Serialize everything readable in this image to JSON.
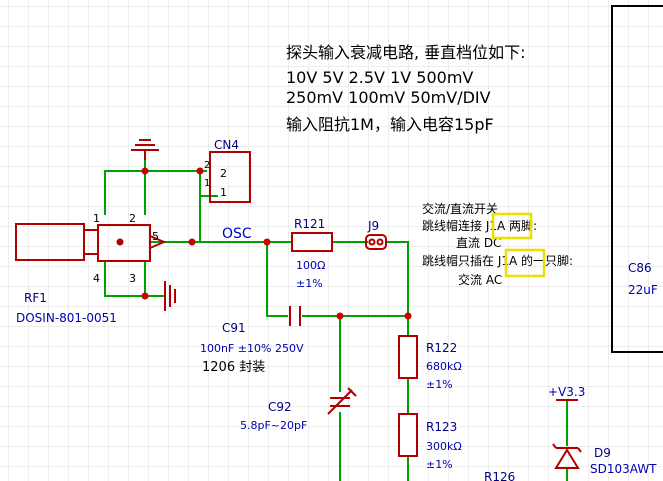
{
  "notes": {
    "title": "探头输入衰减电路, 垂直档位如下:",
    "ranges_line1": "10V 5V 2.5V 1V 500mV",
    "ranges_line2": "250mV 100mV 50mV/DIV",
    "impedance": "输入阻抗1M，输入电容15pF"
  },
  "switch_note": {
    "title": "交流/直流开关",
    "dc_line": "跳线帽连接 J1A 两脚:",
    "dc_mode": "直流 DC",
    "ac_line": "跳线帽只插在 J1A 的一只脚:",
    "ac_mode": "交流 AC",
    "j1a": "J1A"
  },
  "parts": {
    "rf1_ref": "RF1",
    "rf1_value": "DOSIN-801-0051",
    "cn4_ref": "CN4",
    "r121_ref": "R121",
    "r121_value": "100Ω",
    "r121_tol": "±1%",
    "j9_ref": "J9",
    "c91_ref": "C91",
    "c91_value": "100nF ±10% 250V",
    "c91_pkg": "1206 封装",
    "c92_ref": "C92",
    "c92_value": "5.8pF~20pF",
    "r122_ref": "R122",
    "r122_value": "680kΩ",
    "r122_tol": "±1%",
    "r123_ref": "R123",
    "r123_value": "300kΩ",
    "r123_tol": "±1%",
    "r126_ref": "R126",
    "d9_ref": "D9",
    "d9_value": "SD103AWT",
    "power": "+V3.3",
    "c86_ref": "C86",
    "c86_value": "22uF"
  },
  "nets": {
    "osc": "OSC"
  },
  "pins": {
    "rf1_p1": "1",
    "rf1_p2": "2",
    "rf1_p3": "3",
    "rf1_p4": "4",
    "rf1_p5": "5",
    "cn4_p1": "1",
    "cn4_p2": "2",
    "cn4_pin1": "1",
    "cn4_pin2": "2"
  },
  "colors": {
    "wire": "#00a000",
    "part": "#b00000",
    "ref_text": "#000080",
    "value_text": "#0000b0",
    "grid": "#dcdcdc",
    "junction": "#cc0000",
    "highlight_box": "#e8e000"
  }
}
